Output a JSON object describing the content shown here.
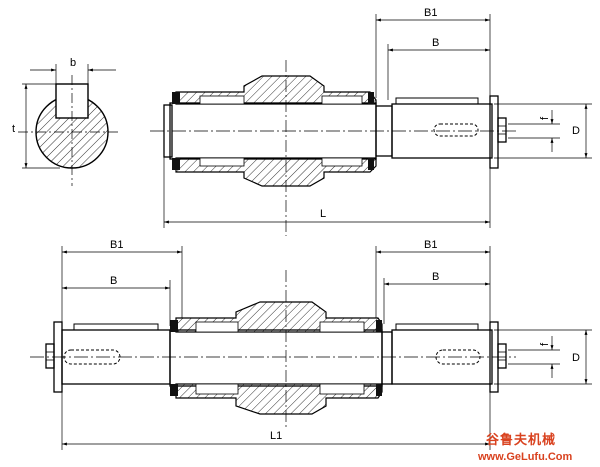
{
  "labels": {
    "b": "b",
    "t": "t",
    "B1_top": "B1",
    "B_top": "B",
    "f_top": "f",
    "D_top": "D",
    "L": "L",
    "B1_left": "B1",
    "B_left": "B",
    "B1_right": "B1",
    "B_right": "B",
    "f_bottom": "f",
    "D_bottom": "D",
    "L1": "L1"
  },
  "watermark": {
    "name": "谷鲁夫机械",
    "url": "www.GeLufu.Com",
    "color": "#d9421f"
  }
}
